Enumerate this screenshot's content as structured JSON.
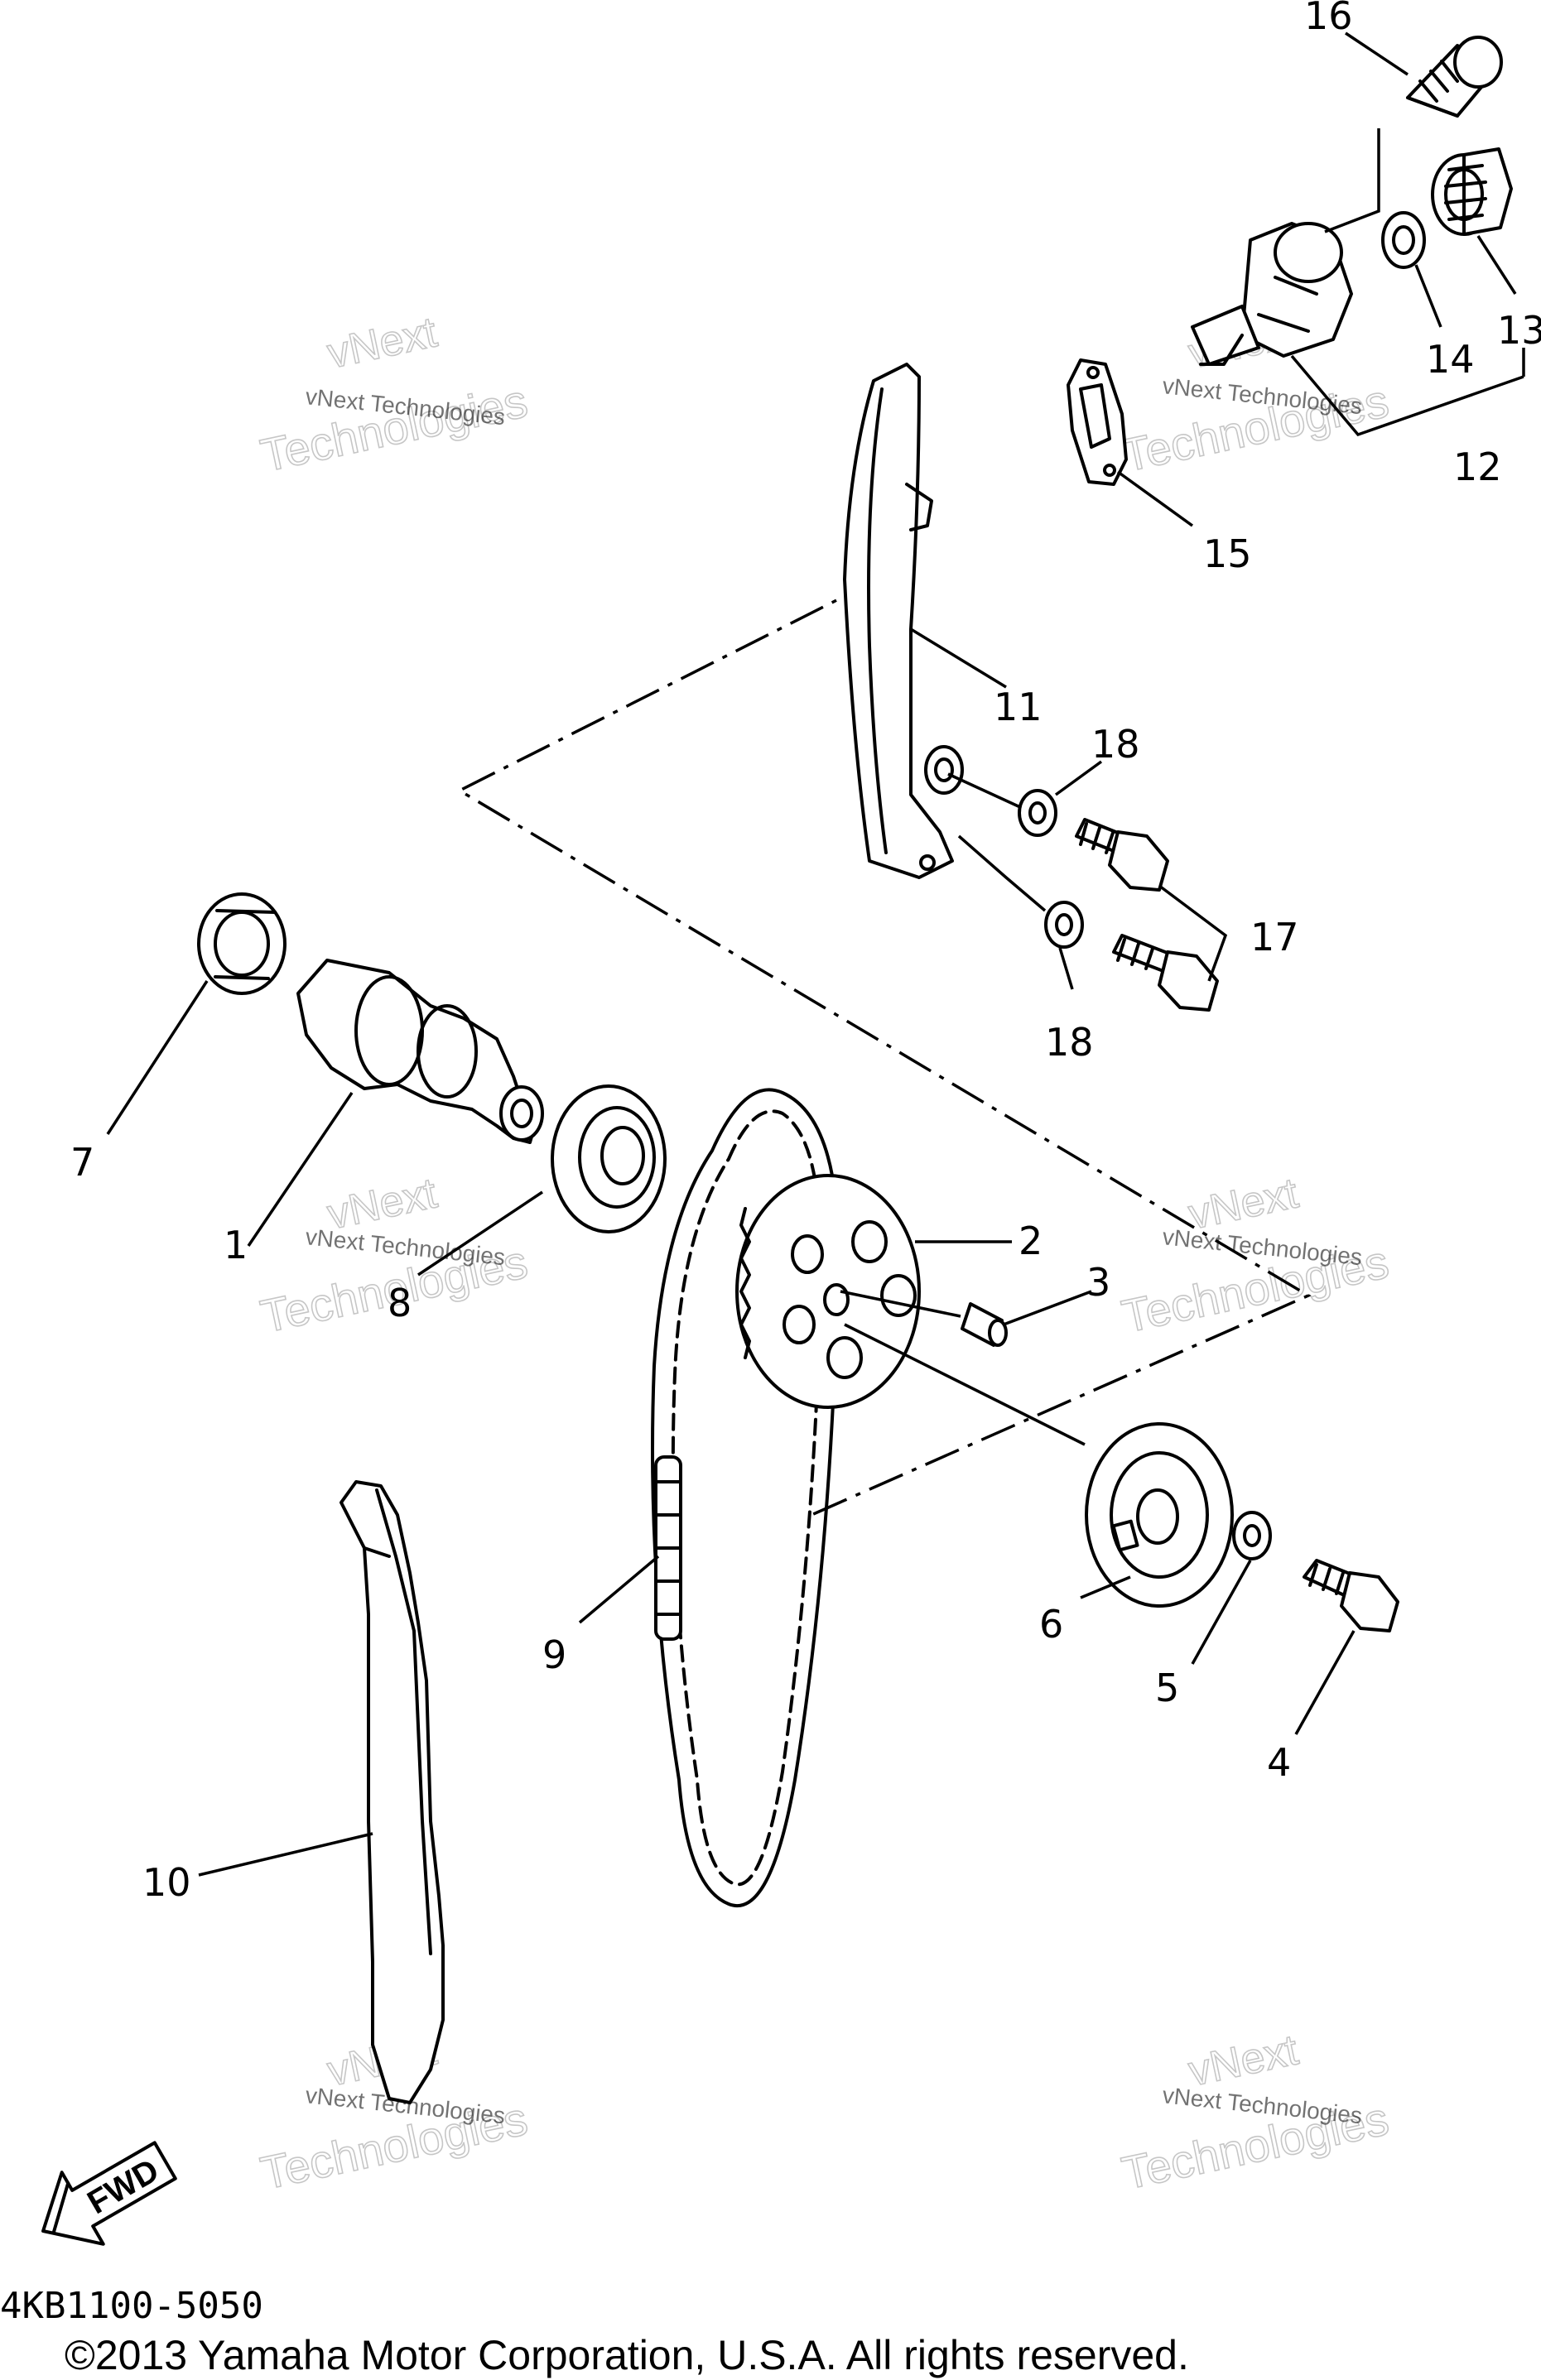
{
  "diagram_code": "4KB1100-5050",
  "copyright": "©2013 Yamaha Motor Corporation, U.S.A. All rights reserved.",
  "direction_label": "FWD",
  "watermark": {
    "line1": "vNext Technologies",
    "big_line1": "vNext",
    "big_line2": "Technologies"
  },
  "callouts": [
    "1",
    "2",
    "3",
    "4",
    "5",
    "6",
    "7",
    "8",
    "9",
    "10",
    "11",
    "12",
    "13",
    "14",
    "15",
    "16",
    "17",
    "18",
    "18"
  ]
}
